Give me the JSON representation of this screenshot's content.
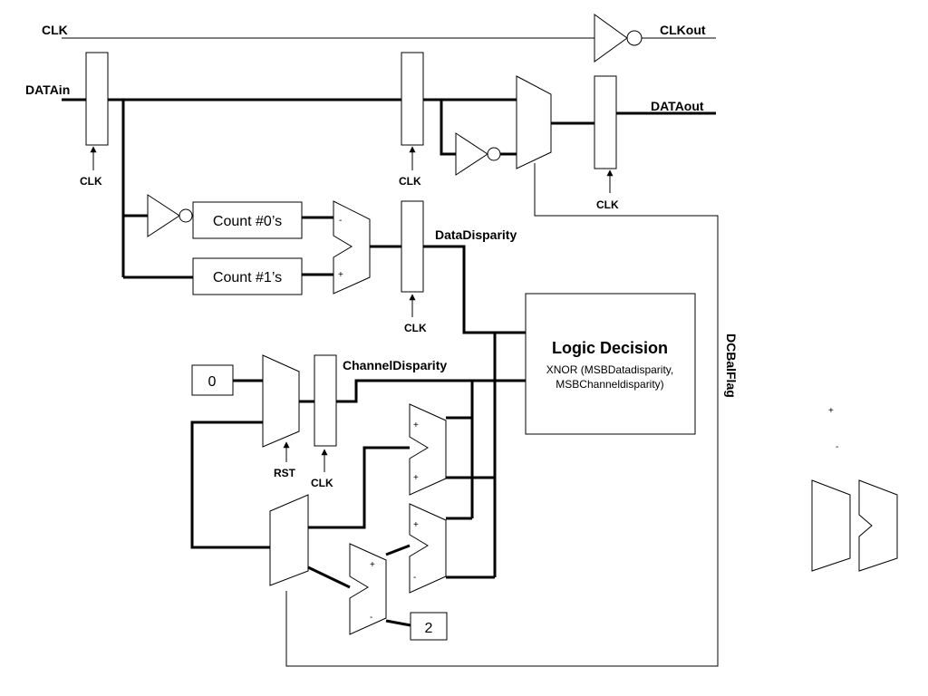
{
  "signals": {
    "clk": "CLK",
    "clk_out": "CLKout",
    "data_in": "DATAin",
    "data_out": "DATAout",
    "data_disparity": "DataDisparity",
    "channel_disparity": "ChannelDisparity",
    "dc_bal_flag": "DCBalFlag",
    "rst": "RST"
  },
  "clock_label": "CLK",
  "blocks": {
    "count_zeros": "Count #0’s",
    "count_ones": "Count #1’s",
    "logic_title": "Logic Decision",
    "logic_line1": "XNOR (MSBDatadisparity,",
    "logic_line2": "MSBChanneldisparity)"
  },
  "constants": {
    "zero": "0",
    "two": "2"
  },
  "signs": {
    "plus": "+",
    "minus": "-"
  }
}
